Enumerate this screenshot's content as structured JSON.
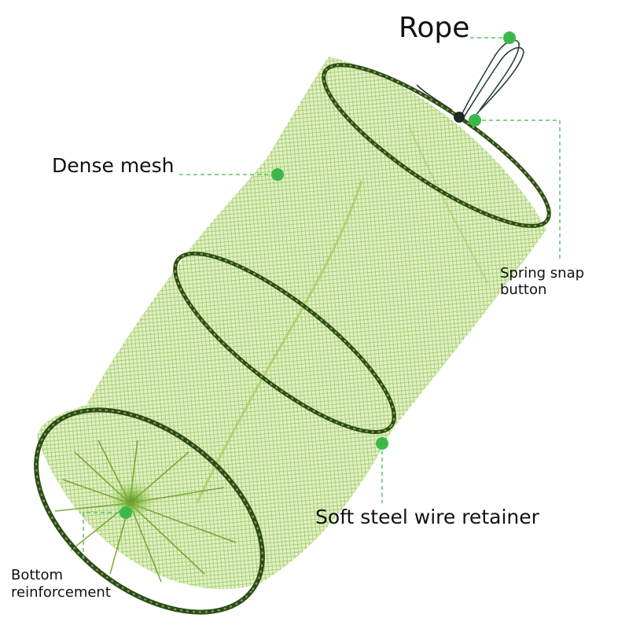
{
  "labels": {
    "rope": "Rope",
    "dense_mesh": "Dense mesh",
    "spring_snap": [
      "Spring snap",
      "button"
    ],
    "soft_steel_wire": "Soft steel wire retainer",
    "bottom_reinforcement": [
      "Bottom",
      "reinforcement"
    ]
  },
  "colors": {
    "marker": "#3cb84a",
    "leader_line": "#5cc26a",
    "mesh": "#8fbf3a",
    "ring": "#2f4a1c",
    "text": "#111111"
  }
}
